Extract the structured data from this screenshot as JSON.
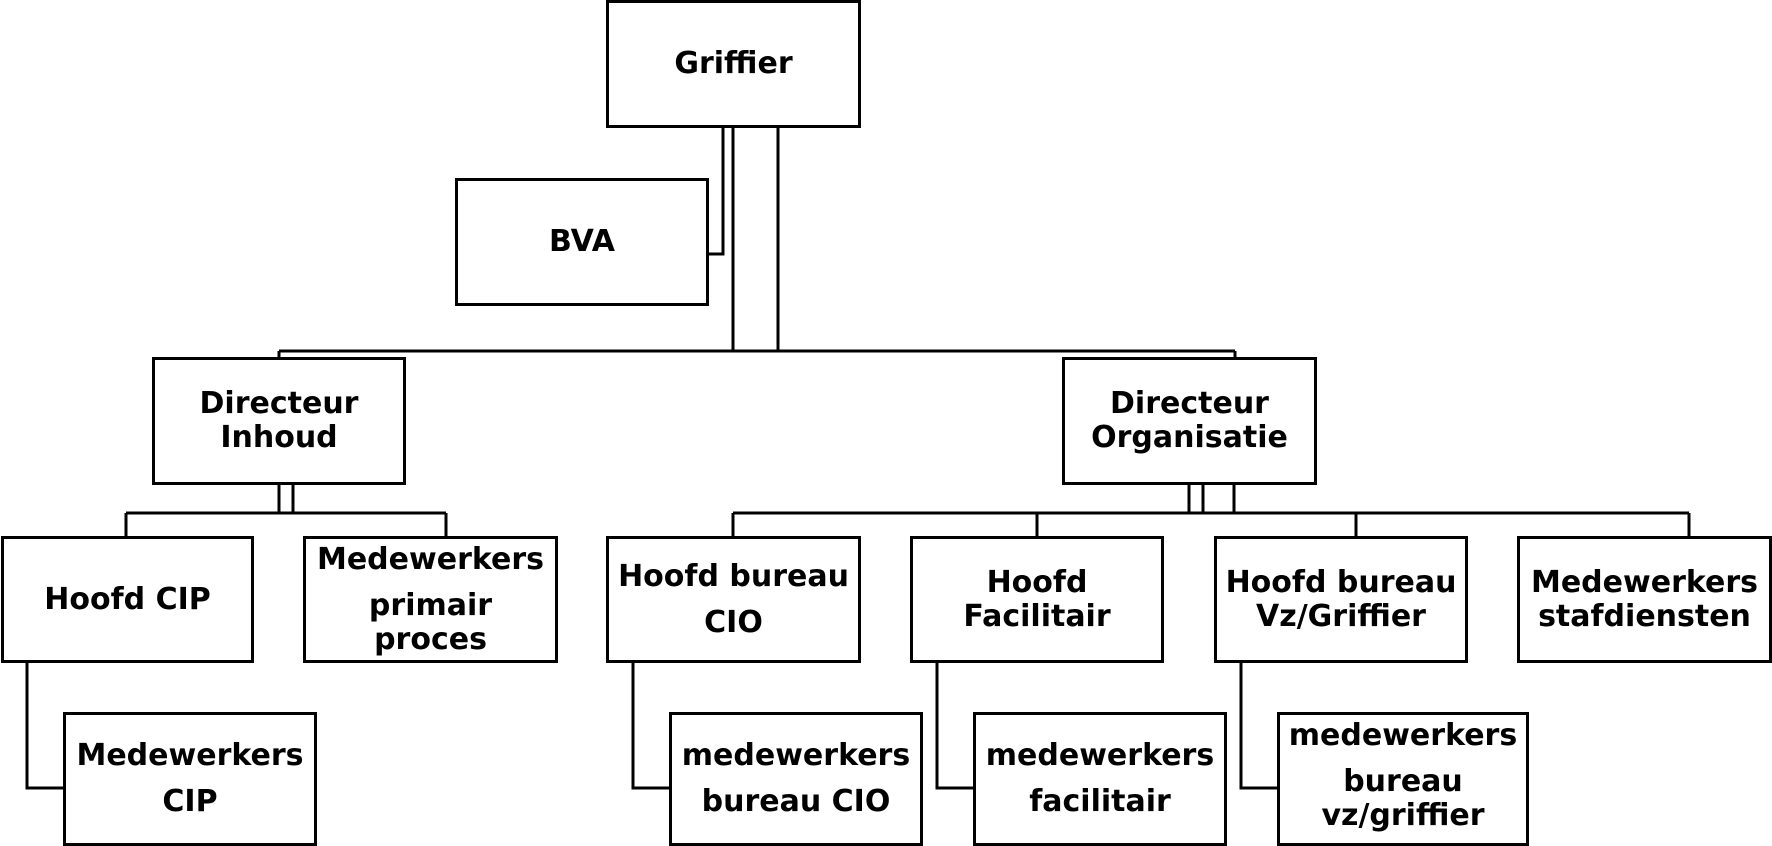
{
  "diagram": {
    "type": "org-chart",
    "nodes": {
      "griffier": {
        "lines": [
          "Griffier"
        ]
      },
      "bva": {
        "lines": [
          "BVA"
        ]
      },
      "directeur_inhoud": {
        "lines": [
          "Directeur",
          "Inhoud"
        ]
      },
      "directeur_organisatie": {
        "lines": [
          "Directeur",
          "Organisatie"
        ]
      },
      "hoofd_cip": {
        "lines": [
          "Hoofd CIP"
        ]
      },
      "medewerkers_primair_proces": {
        "lines": [
          "Medewerkers",
          "primair",
          "proces"
        ]
      },
      "hoofd_bureau_cio": {
        "lines": [
          "Hoofd bureau",
          "CIO"
        ]
      },
      "hoofd_facilitair": {
        "lines": [
          "Hoofd",
          "Facilitair"
        ]
      },
      "hoofd_bureau_vz_griffier": {
        "lines": [
          "Hoofd bureau",
          "Vz/Griffier"
        ]
      },
      "medewerkers_stafdiensten": {
        "lines": [
          "Medewerkers",
          "stafdiensten"
        ]
      },
      "medewerkers_cip": {
        "lines": [
          "Medewerkers",
          "CIP"
        ]
      },
      "medewerkers_bureau_cio": {
        "lines": [
          "medewerkers",
          "bureau CIO"
        ]
      },
      "medewerkers_facilitair": {
        "lines": [
          "medewerkers",
          "facilitair"
        ]
      },
      "medewerkers_bureau_vz_griffier": {
        "lines": [
          "medewerkers",
          "bureau",
          "vz/griffier"
        ]
      }
    },
    "edges": [
      [
        "griffier",
        "bva"
      ],
      [
        "griffier",
        "directeur_inhoud"
      ],
      [
        "griffier",
        "directeur_organisatie"
      ],
      [
        "directeur_inhoud",
        "hoofd_cip"
      ],
      [
        "directeur_inhoud",
        "medewerkers_primair_proces"
      ],
      [
        "directeur_organisatie",
        "hoofd_bureau_cio"
      ],
      [
        "directeur_organisatie",
        "hoofd_facilitair"
      ],
      [
        "directeur_organisatie",
        "hoofd_bureau_vz_griffier"
      ],
      [
        "directeur_organisatie",
        "medewerkers_stafdiensten"
      ],
      [
        "hoofd_cip",
        "medewerkers_cip"
      ],
      [
        "hoofd_bureau_cio",
        "medewerkers_bureau_cio"
      ],
      [
        "hoofd_facilitair",
        "medewerkers_facilitair"
      ],
      [
        "hoofd_bureau_vz_griffier",
        "medewerkers_bureau_vz_griffier"
      ]
    ]
  }
}
